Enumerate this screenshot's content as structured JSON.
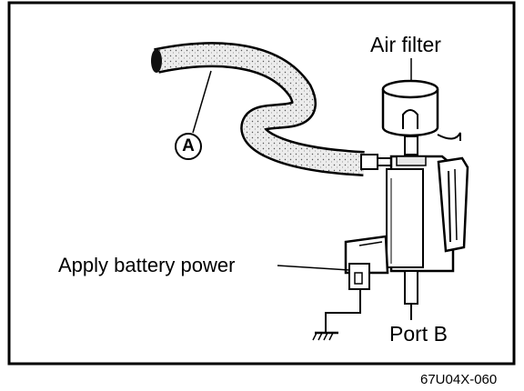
{
  "labels": {
    "air_filter": "Air filter",
    "apply_battery_power": "Apply battery power",
    "port_b": "Port B",
    "callout_a": "A",
    "figure_code": "67U04X-060"
  },
  "colors": {
    "ink": "#000000",
    "paper": "#ffffff",
    "hose_fill": "#e6e6e6"
  },
  "icons": [
    "ground-symbol-icon"
  ]
}
